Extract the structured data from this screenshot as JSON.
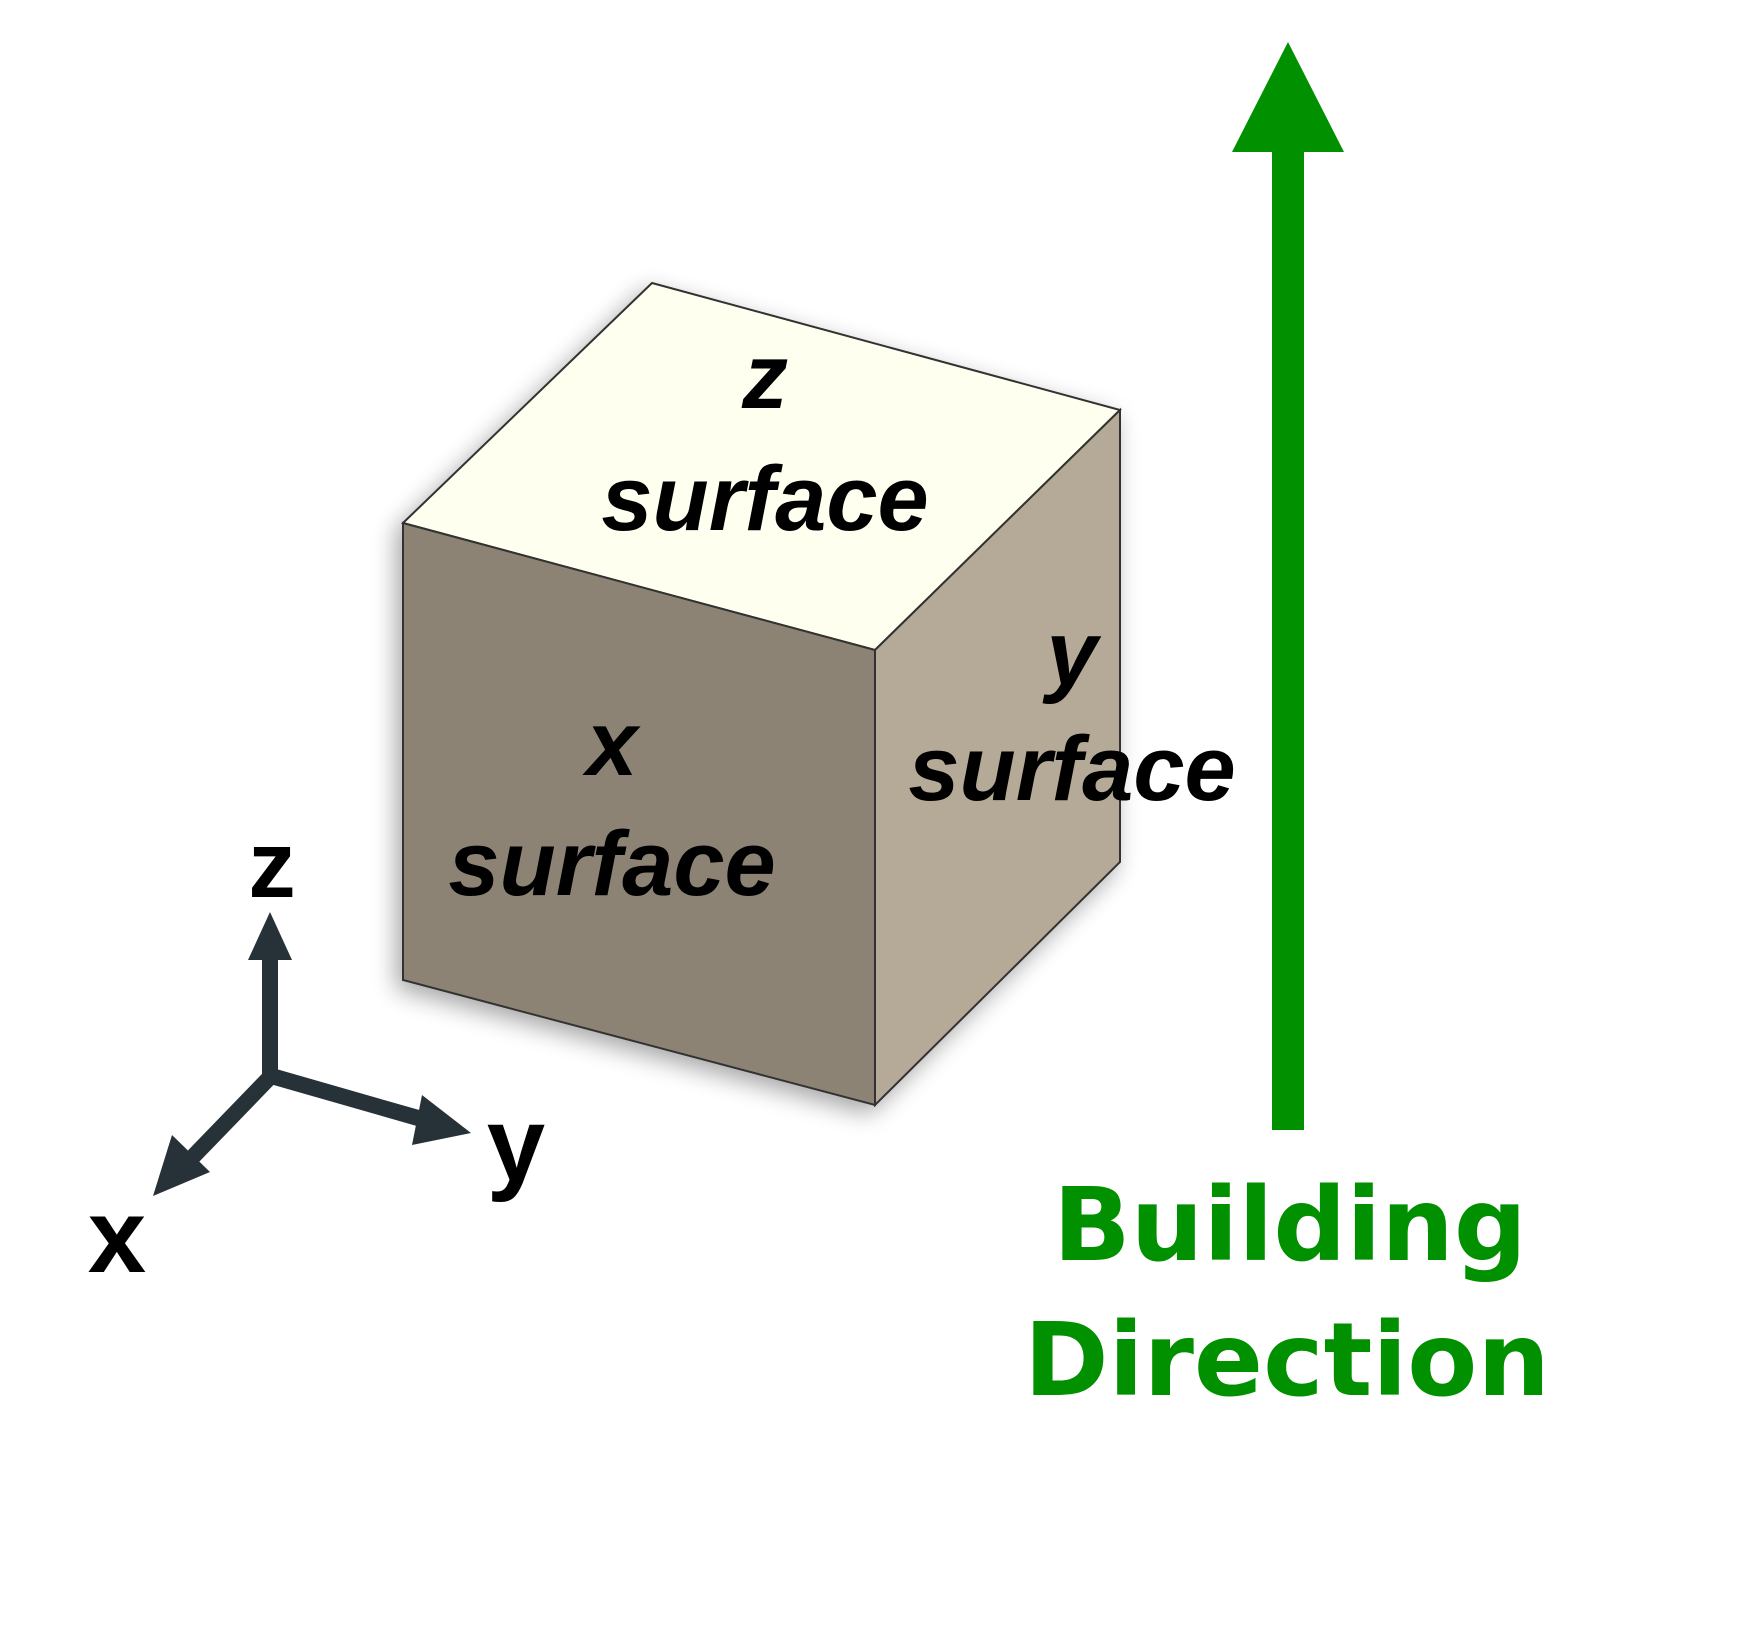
{
  "cube": {
    "top_face": {
      "label_line1": "z",
      "label_line2": "surface",
      "color": "#fffff0"
    },
    "front_face": {
      "label_line1": "x",
      "label_line2": "surface",
      "color": "#8c8374"
    },
    "side_face": {
      "label_line1": "y",
      "label_line2": "surface",
      "color": "#b5aa97"
    },
    "edge_color": "#333333"
  },
  "axes": {
    "color": "#263238",
    "z_label": "z",
    "y_label": "y",
    "x_label": "x"
  },
  "building_direction": {
    "line1": "Building",
    "line2": "Direction",
    "color": "#009000"
  }
}
